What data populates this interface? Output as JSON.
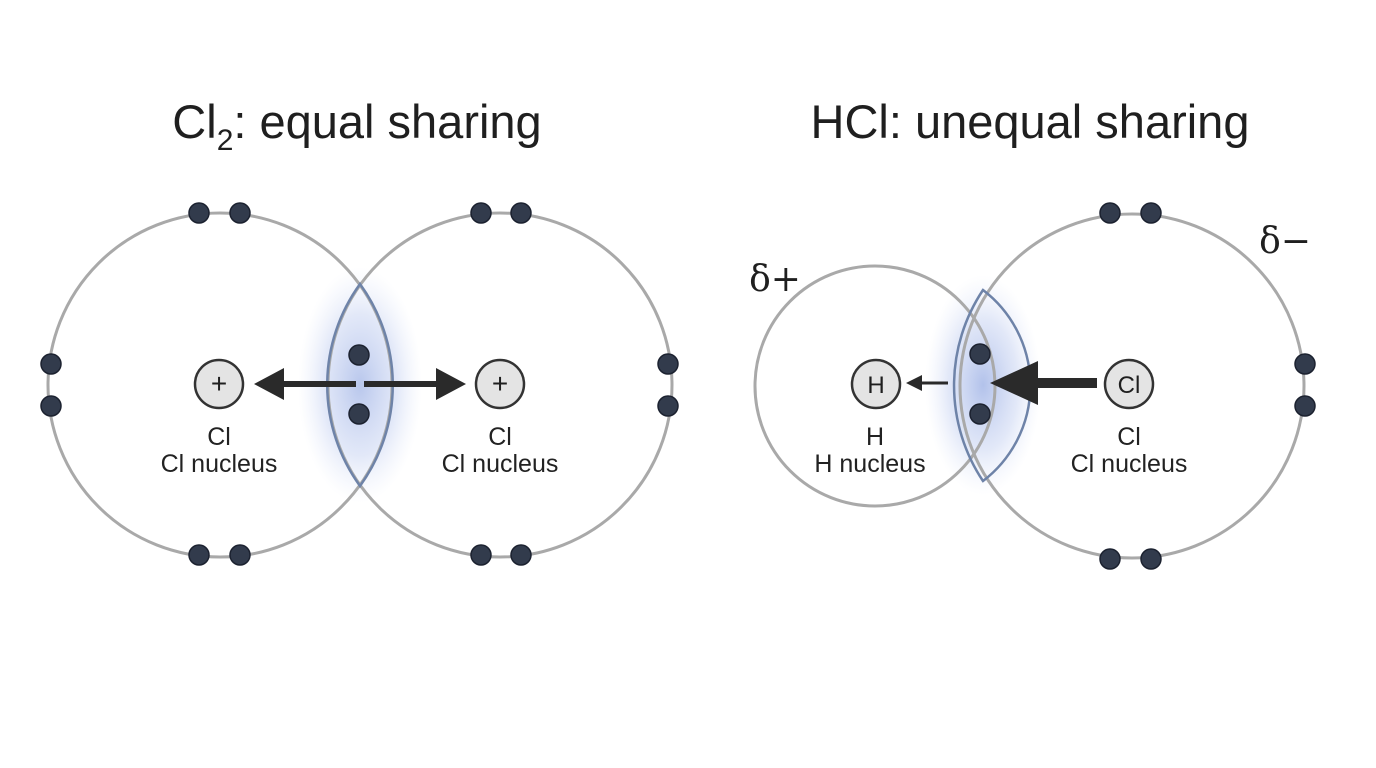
{
  "left": {
    "title_main": "Cl",
    "title_sub": "2",
    "title_rest": ": equal sharing",
    "atom_a": {
      "nucleus_symbol": "+",
      "element": "Cl",
      "caption": "Cl nucleus"
    },
    "atom_b": {
      "nucleus_symbol": "+",
      "element": "Cl",
      "caption": "Cl nucleus"
    }
  },
  "right": {
    "title": "HCl: unequal sharing",
    "atom_h": {
      "nucleus_symbol": "H",
      "element": "H",
      "caption": "H nucleus",
      "charge": "δ+"
    },
    "atom_cl": {
      "nucleus_symbol": "Cl",
      "element": "Cl",
      "caption": "Cl nucleus",
      "charge": "δ−"
    }
  },
  "colors": {
    "shell": "#a9a9a9",
    "electron": "#323b4c",
    "shared_cloud": "#7f99dd",
    "arrow": "#2a2a2a"
  }
}
